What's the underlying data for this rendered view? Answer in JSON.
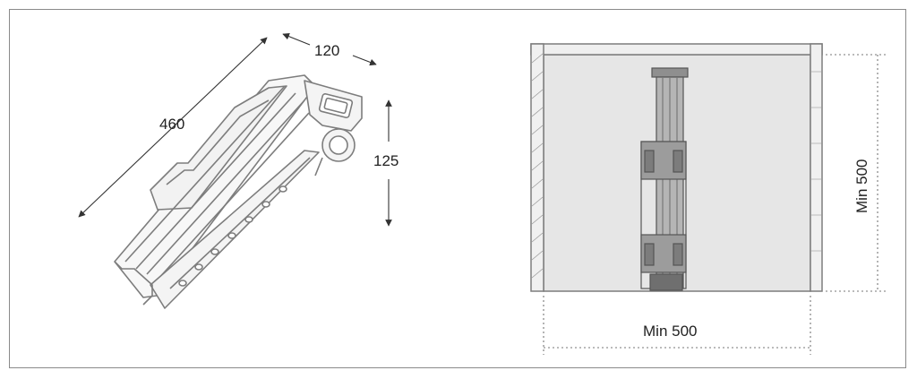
{
  "left_view": {
    "dim_length": "460",
    "dim_width": "120",
    "dim_height": "125"
  },
  "right_view": {
    "dim_min_width": "Min 500",
    "dim_min_depth": "Min 500"
  },
  "colors": {
    "stroke": "#7d7d7d",
    "cabinet_fill": "#e6e6e6",
    "rail_fill": "#a9a9a9",
    "rail_dark": "#6f6f6f",
    "dim_line": "#333333"
  }
}
